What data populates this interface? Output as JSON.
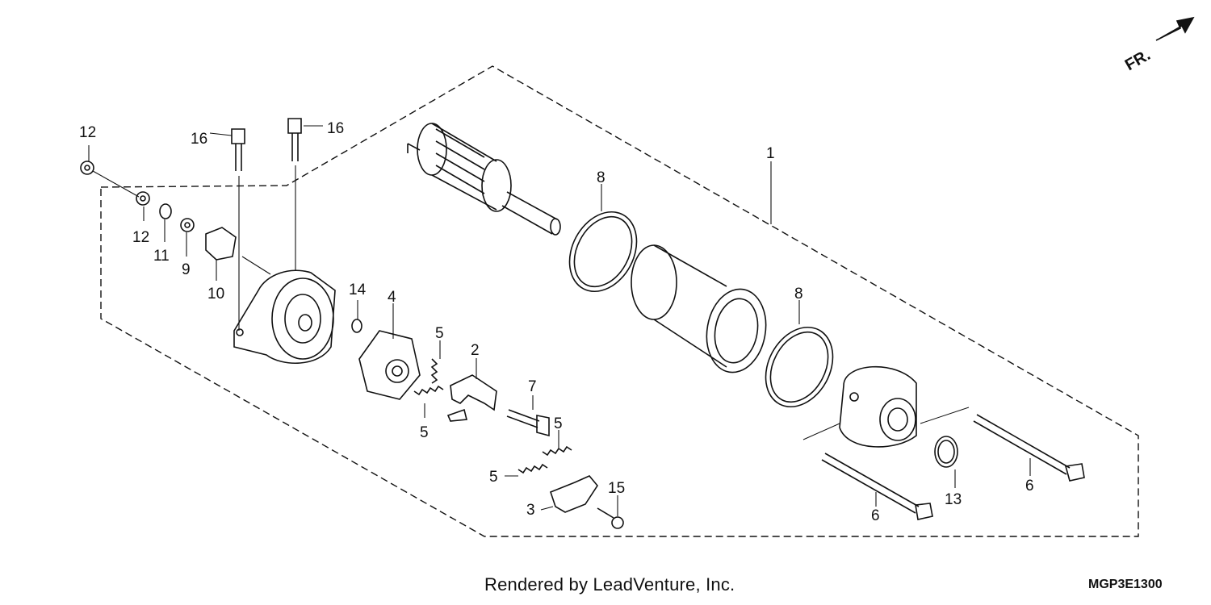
{
  "diagram": {
    "orientation_label": "FR.",
    "drawing_code": "MGP3E1300",
    "credit": "Rendered by LeadVenture, Inc.",
    "callouts": {
      "p1": "1",
      "p2": "2",
      "p3": "3",
      "p4": "4",
      "p5a": "5",
      "p5b": "5",
      "p5c": "5",
      "p5d": "5",
      "p6a": "6",
      "p6b": "6",
      "p7": "7",
      "p8a": "8",
      "p8b": "8",
      "p9": "9",
      "p10": "10",
      "p11": "11",
      "p12a": "12",
      "p12b": "12",
      "p13": "13",
      "p14": "14",
      "p15": "15",
      "p16a": "16",
      "p16b": "16"
    }
  }
}
